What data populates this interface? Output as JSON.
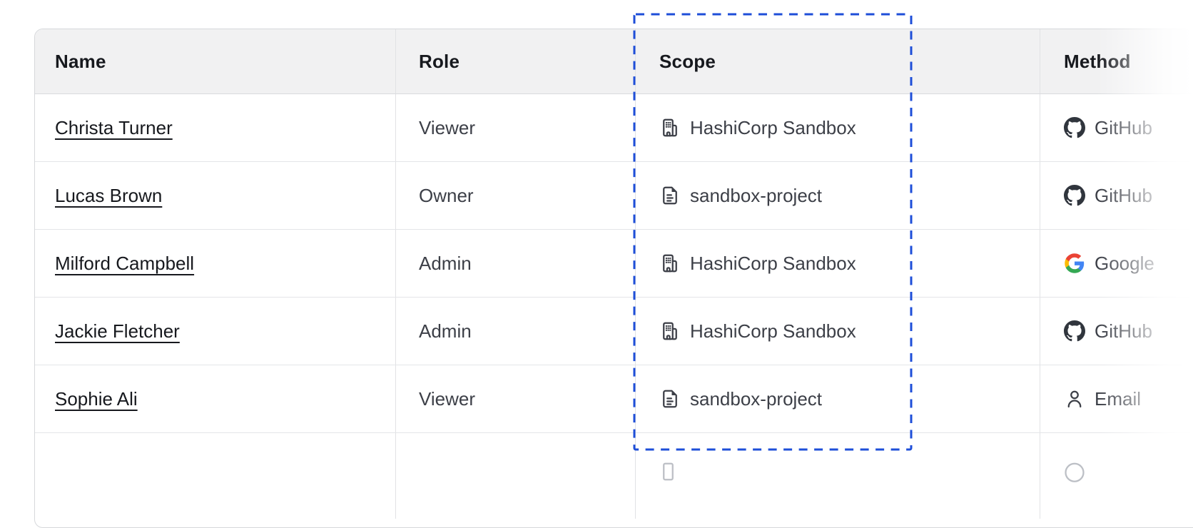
{
  "table": {
    "columns": [
      {
        "label": "Name"
      },
      {
        "label": "Role"
      },
      {
        "label": "Scope"
      },
      {
        "label": "Method"
      }
    ],
    "rows": [
      {
        "name": "Christa Turner",
        "role": "Viewer",
        "scope": "HashiCorp Sandbox",
        "scope_icon": "organization-icon",
        "method": "GitHub",
        "method_icon": "github-icon"
      },
      {
        "name": "Lucas Brown",
        "role": "Owner",
        "scope": "sandbox-project",
        "scope_icon": "project-icon",
        "method": "GitHub",
        "method_icon": "github-icon"
      },
      {
        "name": "Milford Campbell",
        "role": "Admin",
        "scope": "HashiCorp Sandbox",
        "scope_icon": "organization-icon",
        "method": "Google",
        "method_icon": "google-icon"
      },
      {
        "name": "Jackie Fletcher",
        "role": "Admin",
        "scope": "HashiCorp Sandbox",
        "scope_icon": "organization-icon",
        "method": "GitHub",
        "method_icon": "github-icon"
      },
      {
        "name": "Sophie Ali",
        "role": "Viewer",
        "scope": "sandbox-project",
        "scope_icon": "project-icon",
        "method": "Email",
        "method_icon": "user-icon"
      }
    ],
    "annotation": {
      "highlighted_column": "Scope",
      "style": "dashed-rectangle",
      "color": "#1e4ed8"
    },
    "colors": {
      "header_bg": "#f1f1f2",
      "border": "#d6d8db",
      "row_divider": "#e4e5e8",
      "header_text": "#17191e",
      "cell_text": "#3c3f47",
      "github_icon": "#30353d",
      "google_blue": "#4285f4",
      "google_green": "#34a853",
      "google_yellow": "#fbbc05",
      "google_red": "#ea4335"
    }
  }
}
